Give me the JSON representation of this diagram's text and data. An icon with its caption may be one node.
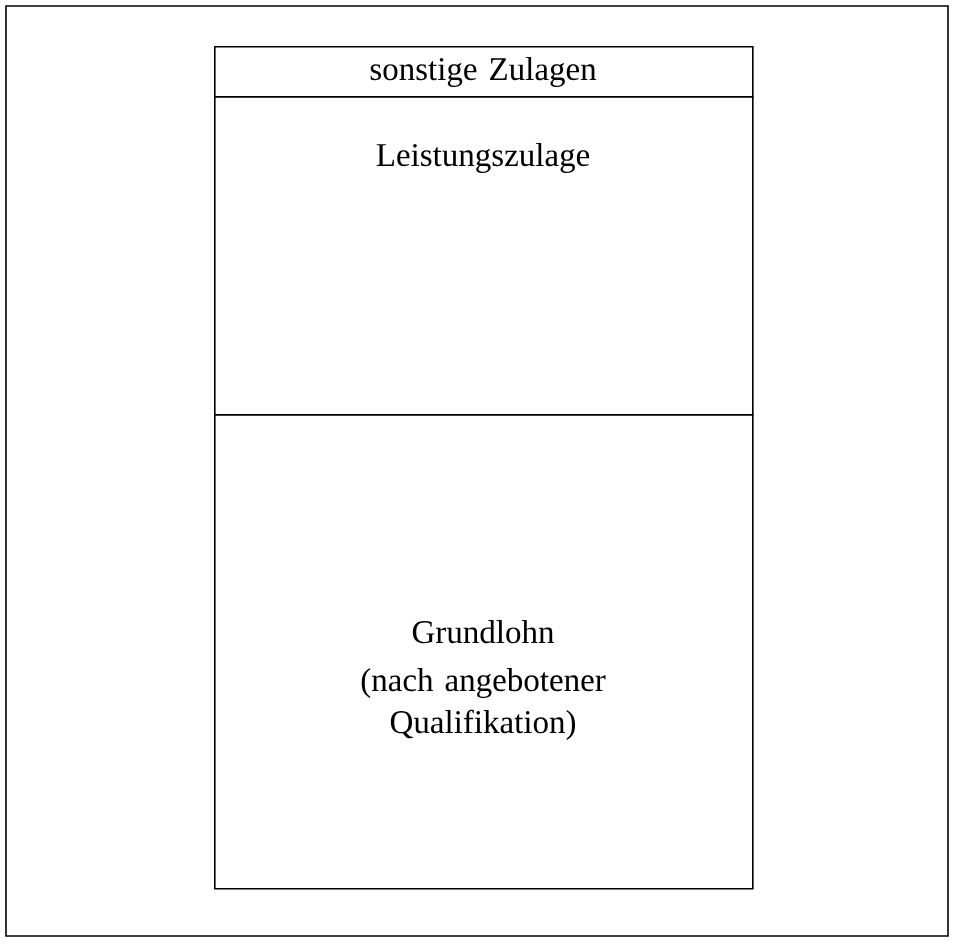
{
  "diagram": {
    "nodes": [
      {
        "text": [
          "sonstige Zulagen"
        ]
      },
      {
        "text": [
          "Leistungszulage"
        ]
      },
      {
        "text": [
          "Grundlohn",
          "(nach angebotener Qualifikation)"
        ]
      }
    ]
  }
}
